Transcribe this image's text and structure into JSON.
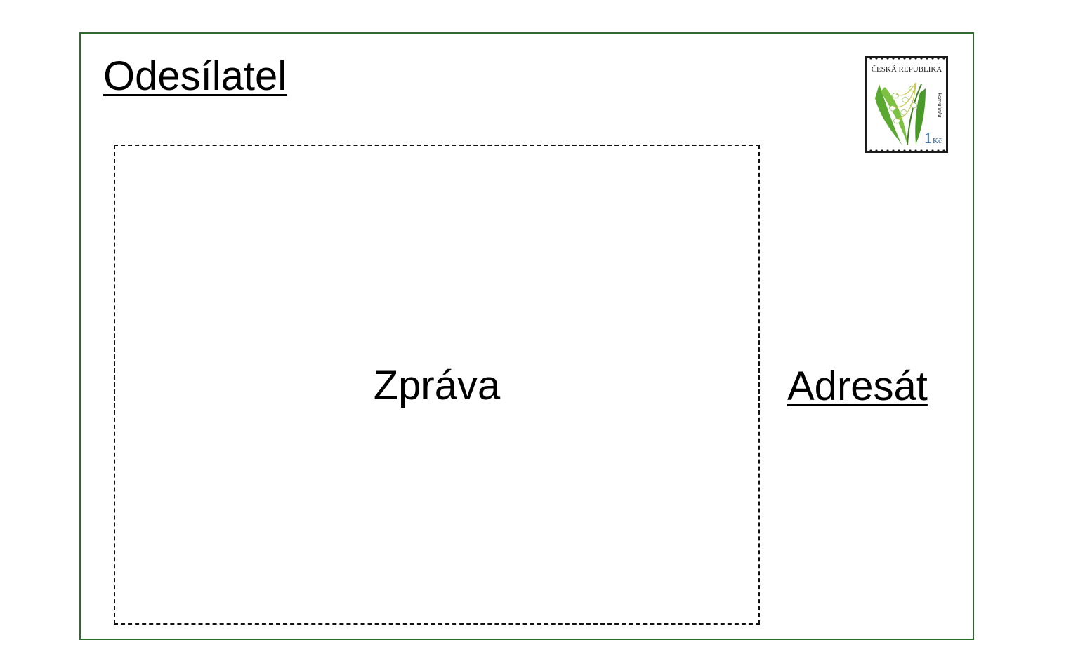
{
  "postcard": {
    "sender_label": "Odesílatel",
    "message_label": "Zpráva",
    "addressee_label": "Adresát"
  },
  "stamp": {
    "country": "ČESKÁ REPUBLIKA",
    "value_number": "1",
    "value_unit": "Kč",
    "plant_name": "konvalinka",
    "icon": "lily-of-the-valley-stamp-icon"
  },
  "colors": {
    "card_border": "#2e6b2e",
    "message_border": "#111111",
    "stamp_value": "#1f5fa8"
  }
}
